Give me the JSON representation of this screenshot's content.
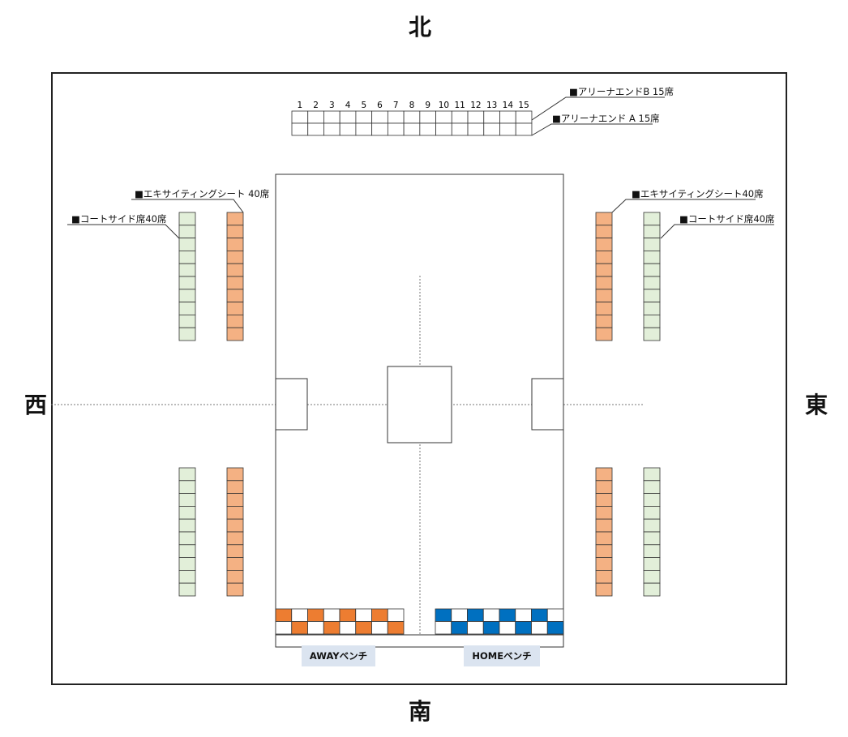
{
  "compass": {
    "north": "北",
    "south": "南",
    "west": "西",
    "east": "東"
  },
  "arena_end": {
    "seat_numbers": [
      "1",
      "2",
      "3",
      "4",
      "5",
      "6",
      "7",
      "8",
      "9",
      "10",
      "11",
      "12",
      "13",
      "14",
      "15"
    ],
    "label_b": "■アリーナエンドB 15席",
    "label_a": "■アリーナエンド A 15席"
  },
  "west": {
    "exciting_label": "■エキサイティングシート 40席",
    "courtside_label": "■コートサイド席40席"
  },
  "east": {
    "exciting_label": "■エキサイティングシート40席",
    "courtside_label": "■コートサイド席40席"
  },
  "benches": {
    "away_label": "AWAYベンチ",
    "home_label": "HOMEベンチ",
    "away_color": "#ed7d31",
    "home_color": "#0070c0"
  },
  "colors": {
    "courtside": "#e2efd9",
    "exciting": "#f4b183",
    "border": "#333333"
  }
}
